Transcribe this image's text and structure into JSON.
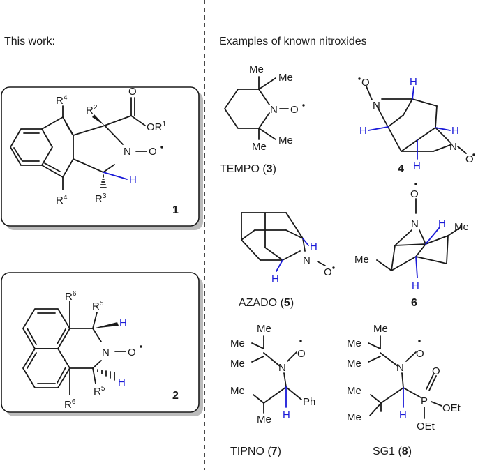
{
  "left_heading": "This work:",
  "right_heading": "Examples of known nitroxides",
  "compounds": {
    "c1": {
      "number": "1",
      "labels": {
        "r4_top": "R4",
        "r2": "R2",
        "o": "O",
        "or1": "OR1",
        "n": "N",
        "o_rad": "O",
        "h": "H",
        "r4_bot": "R4",
        "r3": "R3"
      }
    },
    "c2": {
      "number": "2",
      "labels": {
        "r6_top": "R6",
        "r5_top": "R5",
        "h_top": "H",
        "n": "N",
        "o_rad": "O",
        "h_bot": "H",
        "r5_bot": "R5",
        "r6_bot": "R6"
      }
    },
    "tempo": {
      "name": "TEMPO",
      "number": "3",
      "labels": {
        "me1": "Me",
        "me2": "Me",
        "n": "N",
        "o": "O",
        "me3": "Me",
        "me4": "Me"
      }
    },
    "c4": {
      "number": "4",
      "labels": {
        "o1": "O",
        "n1": "N",
        "h1": "H",
        "h2": "H",
        "h3": "H",
        "h4": "H",
        "n2": "N",
        "o2": "O"
      }
    },
    "azado": {
      "name": "AZADO",
      "number": "5",
      "labels": {
        "h1": "H",
        "n": "N",
        "o": "O",
        "h2": "H"
      }
    },
    "c6": {
      "number": "6",
      "labels": {
        "o": "O",
        "n": "N",
        "h1": "H",
        "me1": "Me",
        "me2": "Me",
        "h2": "H"
      }
    },
    "tipno": {
      "name": "TIPNO",
      "number": "7",
      "labels": {
        "me1": "Me",
        "me2": "Me",
        "n": "N",
        "o": "O",
        "me3": "Me",
        "ph": "Ph",
        "h": "H",
        "me4": "Me"
      }
    },
    "sg1": {
      "name": "SG1",
      "number": "8",
      "labels": {
        "me1": "Me",
        "me2": "Me",
        "n": "N",
        "o": "O",
        "o_p": "O",
        "me3": "Me",
        "p": "P",
        "me4": "Me",
        "h": "H",
        "oet1": "OEt",
        "oet2": "OEt"
      }
    }
  }
}
